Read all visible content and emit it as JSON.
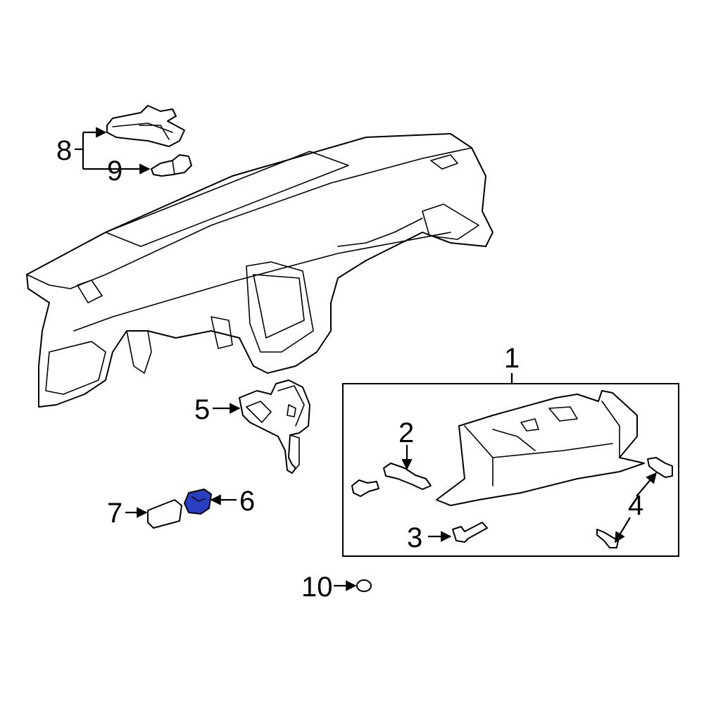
{
  "diagram": {
    "highlight_color": "#2a3fbf",
    "line_color": "#000000",
    "background": "#ffffff",
    "callouts": {
      "c1": "1",
      "c2": "2",
      "c3": "3",
      "c4": "4",
      "c5": "5",
      "c6": "6",
      "c7": "7",
      "c8": "8",
      "c9": "9",
      "c10": "10"
    },
    "highlighted_part": "6"
  }
}
